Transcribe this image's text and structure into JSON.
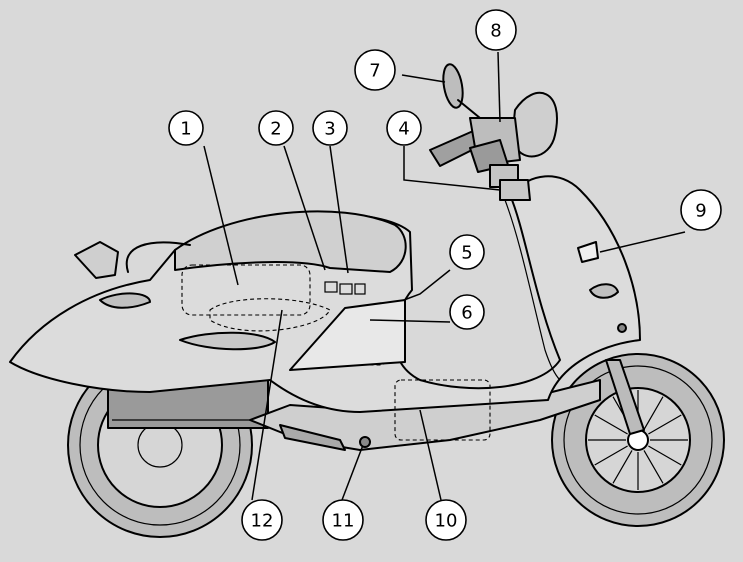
{
  "diagram": {
    "background_color": "#d9d9d9",
    "body_color": "#dcdcdc",
    "tire_color": "#bdbdbd",
    "hidden_part_color": "#eeeeee",
    "callouts": [
      {
        "label": "1"
      },
      {
        "label": "2"
      },
      {
        "label": "3"
      },
      {
        "label": "4"
      },
      {
        "label": "5"
      },
      {
        "label": "6"
      },
      {
        "label": "7"
      },
      {
        "label": "8"
      },
      {
        "label": "9"
      },
      {
        "label": "10"
      },
      {
        "label": "11"
      },
      {
        "label": "12"
      }
    ]
  }
}
